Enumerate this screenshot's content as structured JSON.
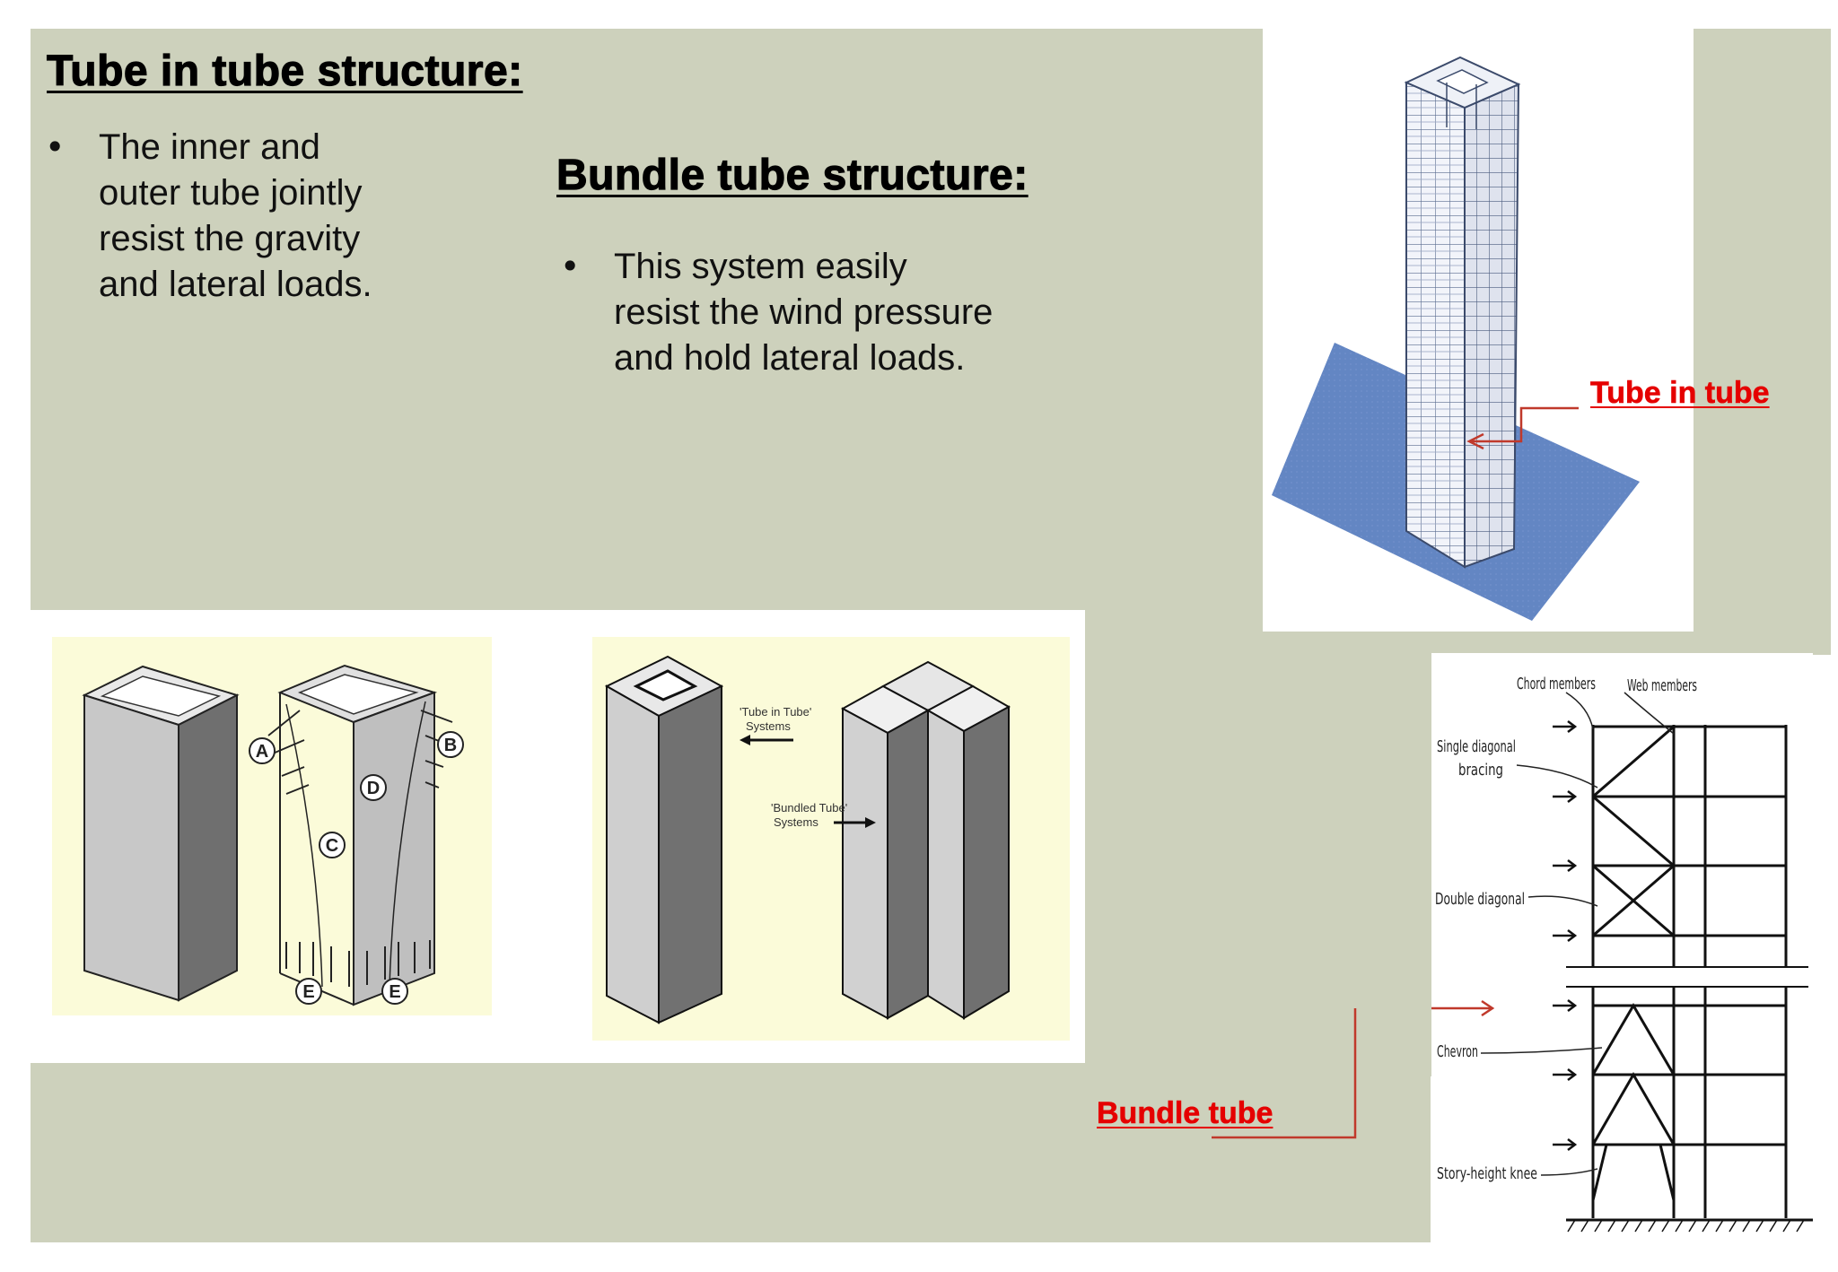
{
  "tube_in_tube": {
    "heading": "Tube in tube structure:",
    "bullet": "The inner and\nouter tube jointly\nresist the gravity\nand lateral loads."
  },
  "bundle_tube": {
    "heading": "Bundle tube structure:",
    "bullet": "This system easily\nresist the wind pressure\nand hold lateral loads."
  },
  "callouts": {
    "tube_in_tube": "Tube in tube",
    "bundle_tube": "Bundle tube"
  },
  "figure_tube_loads": {
    "markers": [
      "A",
      "B",
      "C",
      "D",
      "E",
      "E"
    ]
  },
  "figure_tube_systems": {
    "label_tube_in_tube": "'Tube in Tube'\nSystems",
    "label_bundled": "'Bundled Tube'\nSystems"
  },
  "figure_bracing": {
    "chord_members": "Chord members",
    "web_members": "Web members",
    "single_diagonal": "Single diagonal\nbracing",
    "double_diagonal": "Double diagonal",
    "chevron": "Chevron",
    "story_height_knee": "Story-height knee"
  },
  "colors": {
    "background_panel": "#cdd1bc",
    "callout_red": "#e50000",
    "arrow_red": "#c0392b",
    "base_blue": "#5b7fc0",
    "figure_yellow": "#fbfbd9"
  },
  "icons": {
    "bullet": "bullet-dot-icon"
  }
}
